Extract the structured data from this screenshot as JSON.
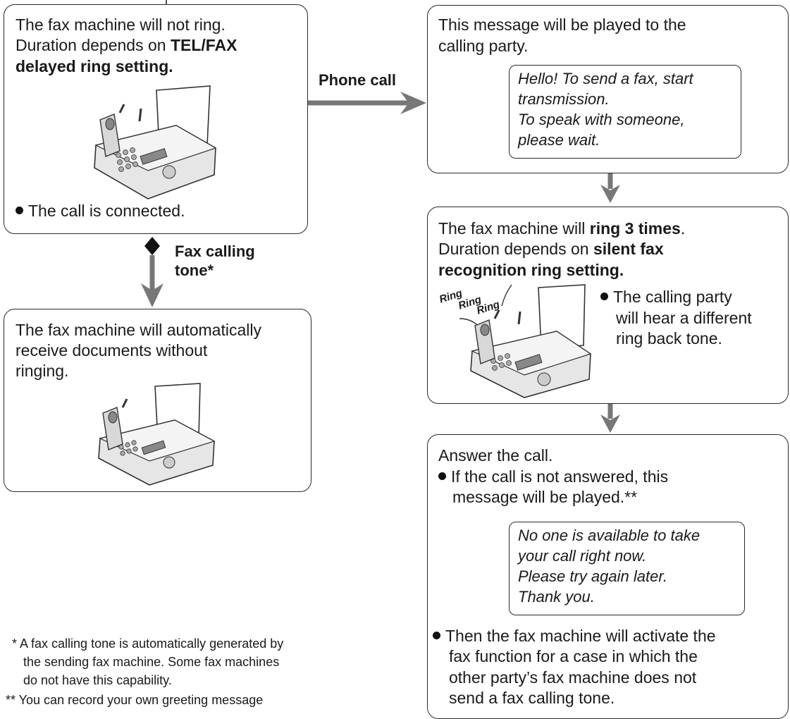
{
  "box_tl": {
    "line1": "The fax machine will not ring.",
    "line2_pre": "Duration depends on ",
    "line2_bold": "TEL/FAX",
    "line3_bold": "delayed ring setting.",
    "bullet": "The call is connected."
  },
  "phone_call_label": "Phone call",
  "fax_tone_label_1": "Fax calling",
  "fax_tone_label_2": "tone*",
  "box_bl": {
    "line1": "The fax machine will automatically",
    "line2": "receive documents without",
    "line3": "ringing."
  },
  "box_tr": {
    "line1": "This message will be played to the",
    "line2": "calling party.",
    "speech1": "Hello! To send a fax, start",
    "speech2": "transmission.",
    "speech3": "To speak with someone,",
    "speech4": "please wait."
  },
  "box_mr": {
    "line1_pre": "The fax machine will ",
    "line1_bold": "ring 3 times",
    "line1_post": ".",
    "line2_pre": "Duration depends on ",
    "line2_bold": "silent fax",
    "line3_bold": "recognition ring setting.",
    "ring1": "Ring",
    "ring2": "Ring",
    "ring3": "Ring",
    "bullet1": "The calling party",
    "bullet2": "will hear a different",
    "bullet3": "ring back tone."
  },
  "box_br": {
    "line1": "Answer the call.",
    "bullet1a": "If the call is not answered, this",
    "bullet1b": "message will be played.**",
    "speech1": "No one is available to take",
    "speech2": "your call right now.",
    "speech3": "Please try again later.",
    "speech4": "Thank you.",
    "bullet2a": "Then the fax machine will activate the",
    "bullet2b": "fax function for a case in which the",
    "bullet2c": "other party’s fax machine does not",
    "bullet2d": "send a fax calling tone."
  },
  "footnotes": {
    "f1a": "*  A fax calling tone is automatically generated by",
    "f1b": "the sending fax machine. Some fax machines",
    "f1c": "do not have this capability.",
    "f2a": "** You can record your own greeting message"
  }
}
